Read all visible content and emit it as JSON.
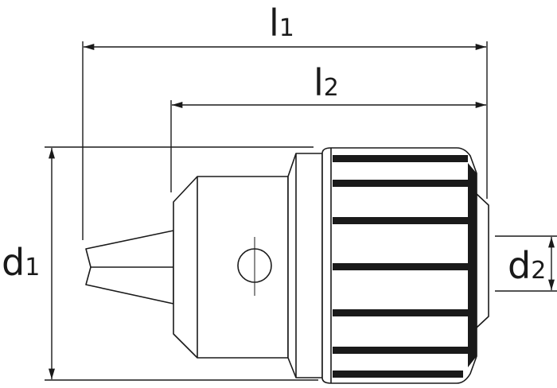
{
  "diagram": {
    "dimensions": {
      "l1": {
        "letter": "l",
        "subscript": "1"
      },
      "l2": {
        "letter": "l",
        "subscript": "2"
      },
      "d1": {
        "letter": "d",
        "subscript": "1"
      },
      "d2": {
        "letter": "d",
        "subscript": "2"
      }
    },
    "colors": {
      "stroke": "#1a1a1a",
      "background": "#ffffff"
    }
  }
}
